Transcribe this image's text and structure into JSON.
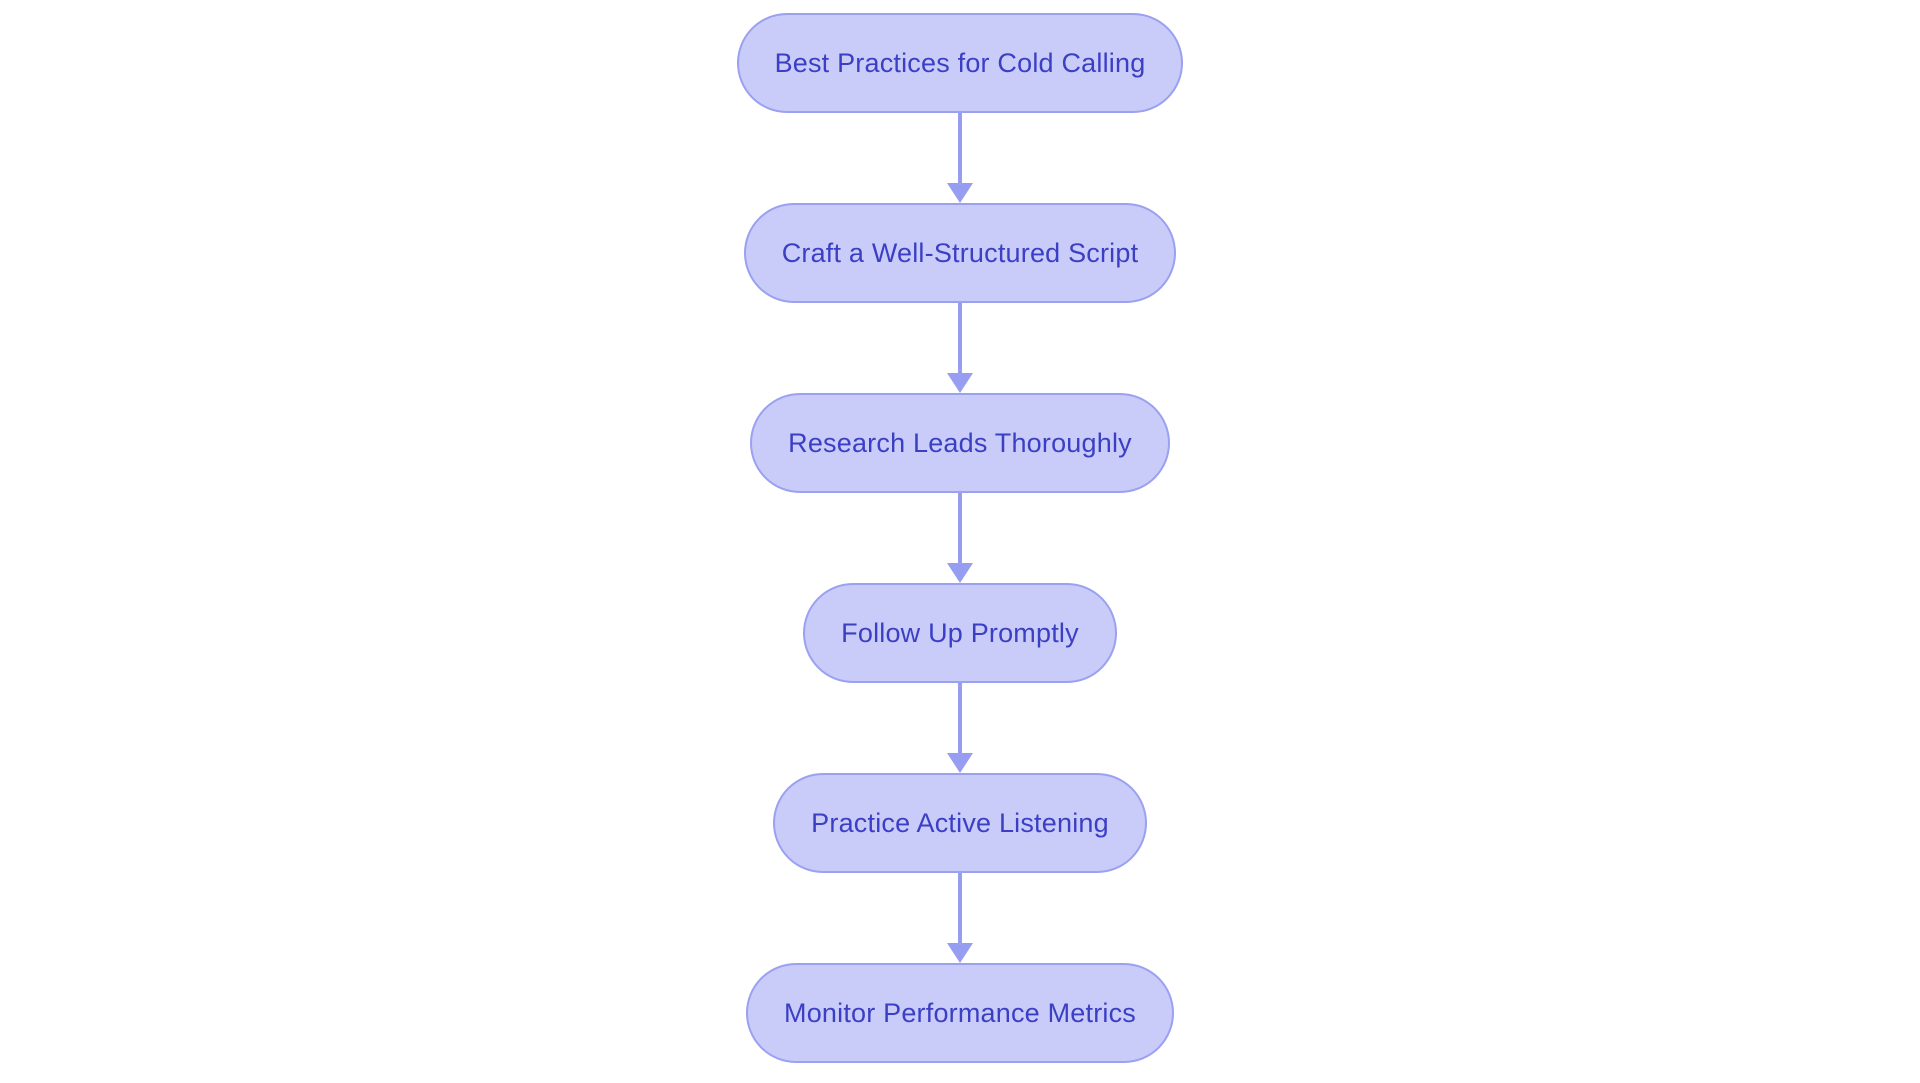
{
  "diagram": {
    "type": "flowchart",
    "direction": "top-down",
    "title": "Best Practices for Cold Calling",
    "nodes": [
      {
        "id": "start",
        "label": "Best Practices for Cold Calling"
      },
      {
        "id": "script",
        "label": "Craft a Well-Structured Script"
      },
      {
        "id": "research",
        "label": "Research Leads Thoroughly"
      },
      {
        "id": "follow-up",
        "label": "Follow Up Promptly"
      },
      {
        "id": "active-listening",
        "label": "Practice Active Listening"
      },
      {
        "id": "metrics",
        "label": "Monitor Performance Metrics"
      }
    ],
    "edges": [
      {
        "from": "start",
        "to": "script"
      },
      {
        "from": "script",
        "to": "research"
      },
      {
        "from": "research",
        "to": "follow-up"
      },
      {
        "from": "follow-up",
        "to": "active-listening"
      },
      {
        "from": "active-listening",
        "to": "metrics"
      }
    ],
    "colors": {
      "background": "#ffffff",
      "node_fill": "#c9cbf8",
      "node_border": "#9aa1f1",
      "node_text": "#3b3fc4",
      "arrow": "#979df0"
    }
  }
}
